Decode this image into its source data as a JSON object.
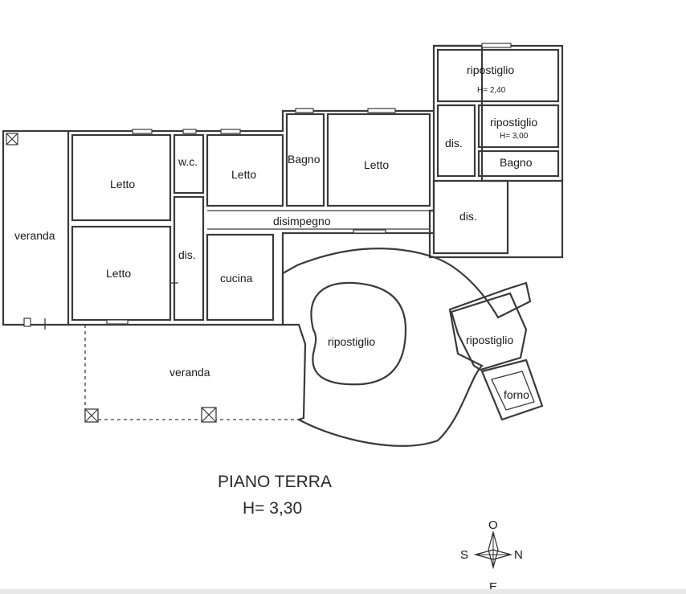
{
  "plan": {
    "title": "PIANO TERRA",
    "height_note": "H= 3,30",
    "rooms": {
      "veranda_west": "veranda",
      "letto_nw": "Letto",
      "letto_sw": "Letto",
      "wc": "w.c.",
      "dis_center": "dis.",
      "letto_mid": "Letto",
      "cucina": "cucina",
      "bagno_mid": "Bagno",
      "letto_ne": "Letto",
      "disimpegno": "disimpegno",
      "dis_east_top": "dis.",
      "dis_east": "dis.",
      "ripostiglio_top": "ripostiglio",
      "ripostiglio_top_h": "H= 2,40",
      "ripostiglio_small": "ripostiglio",
      "ripostiglio_small_h": "H= 3,00",
      "bagno_east": "Bagno",
      "veranda_south": "veranda",
      "ripostiglio_round": "ripostiglio",
      "ripostiglio_east": "ripostiglio",
      "forno": "forno"
    }
  },
  "compass": {
    "north": "N",
    "south": "S",
    "east": "E",
    "west": "O"
  }
}
